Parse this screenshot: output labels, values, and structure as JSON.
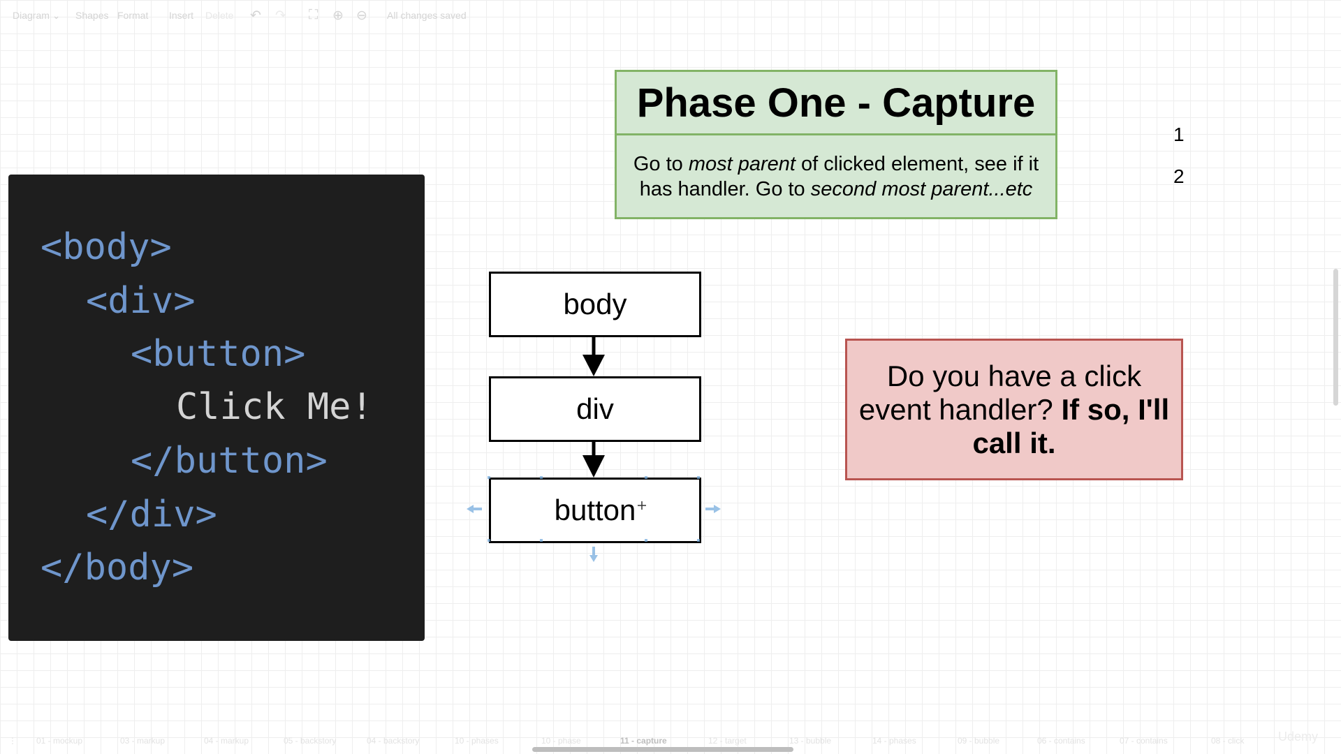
{
  "toolbar": {
    "diagram_menu": "Diagram",
    "shapes": "Shapes",
    "format": "Format",
    "insert": "Insert",
    "delete": "Delete",
    "status": "All changes saved"
  },
  "code": {
    "lines": [
      "<body>",
      "<div>",
      "<button>",
      "Click Me!",
      "</button>",
      "</div>",
      "</body>"
    ]
  },
  "phase": {
    "title": "Phase One - Capture",
    "line1_pre": "Go to ",
    "line1_em": "most parent",
    "line1_post": " of clicked element, see if it",
    "line2_pre": "has handler.  Go to ",
    "line2_em": "second most parent...etc"
  },
  "numbers": [
    "1",
    "2"
  ],
  "nodes": [
    "body",
    "div",
    "button"
  ],
  "question": {
    "normal": "Do you have a click event handler? ",
    "bold": "If so, I'll call it."
  },
  "pages": [
    "01 - mockup",
    "03 - markup",
    "04 - markup",
    "05 - backstory",
    "04 - backstory",
    "10 - phases",
    "10 - phase",
    "11 - capture",
    "12 - target",
    "13 - bubble",
    "14 - phases",
    "09 - bubble",
    "06 - contains",
    "07 - contains",
    "08 - click"
  ],
  "active_page": "11 - capture",
  "watermark": "Udemy",
  "colors": {
    "phase_fill": "#d5e8d4",
    "phase_stroke": "#82b366",
    "question_fill": "#f0c9c8",
    "question_stroke": "#b85450",
    "code_bg": "#1e1e1e",
    "code_tag": "#6f96cc"
  }
}
